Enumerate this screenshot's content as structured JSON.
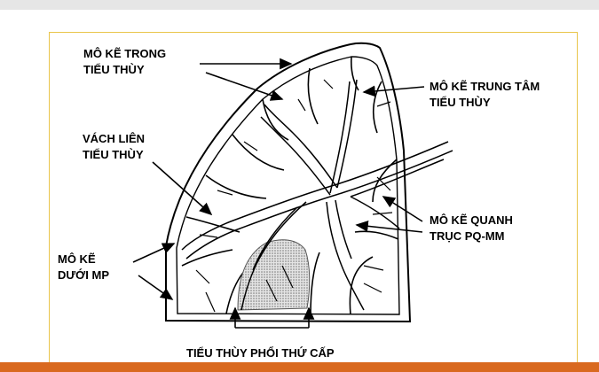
{
  "labels": {
    "intralobular": [
      "MÔ KẼ TRONG",
      "TIỂU THÙY"
    ],
    "centrilobular": [
      "MÔ KẼ TRUNG TÂM",
      "TIỂU THÙY"
    ],
    "interlobular_septa": [
      "VÁCH LIÊN",
      "TIỂU THÙY"
    ],
    "peribronchovascular": [
      "MÔ KẼ QUANH",
      "TRỤC PQ-MM"
    ],
    "subpleural": [
      "MÔ KẼ",
      "DƯỚI MP"
    ],
    "secondary_lobule": "TIỂU THÙY PHỔI THỨ CẤP"
  },
  "colors": {
    "frame_border": "#e9c54a",
    "bottom_accent": "#d9691f",
    "top_band": "#e6e6e6",
    "shaded_lobule": "#c8c8c8"
  }
}
